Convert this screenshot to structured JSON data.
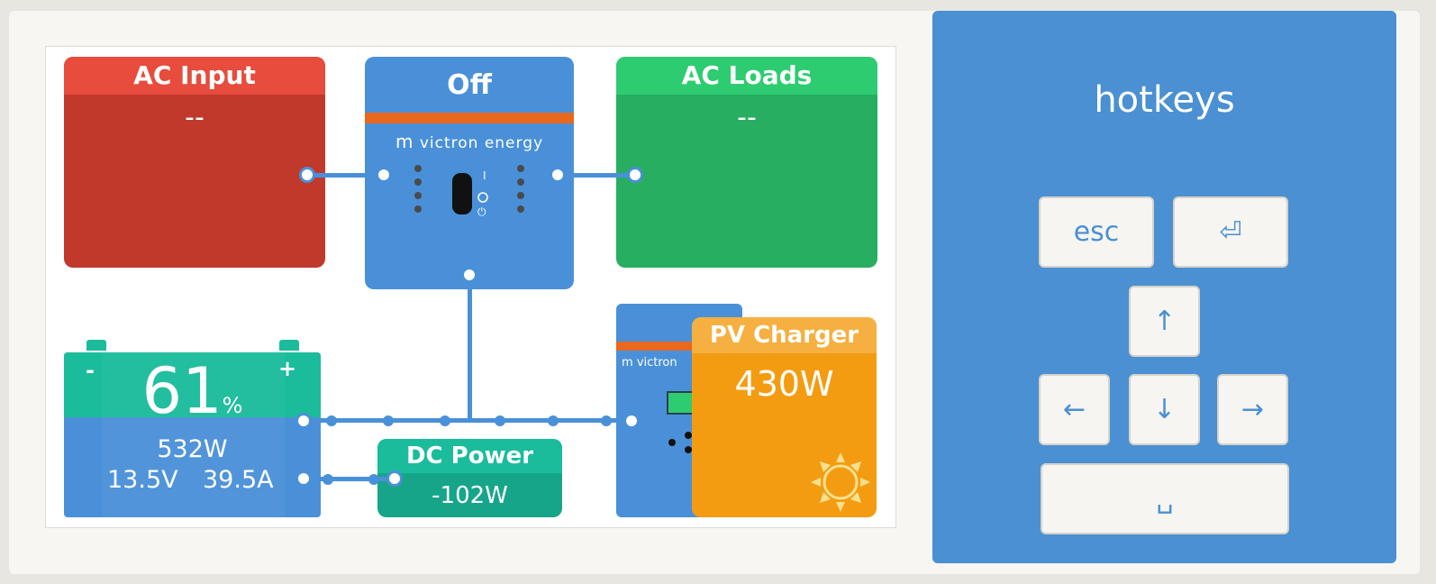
{
  "overview": {
    "ac_input": {
      "title": "AC Input",
      "value": "--"
    },
    "inverter": {
      "state": "Off",
      "brand": "victron energy",
      "switch_on": "I",
      "switch_off": "O"
    },
    "ac_loads": {
      "title": "AC Loads",
      "value": "--"
    },
    "battery": {
      "soc": "61",
      "soc_unit": "%",
      "power": "532W",
      "voltage": "13.5V",
      "current": "39.5A",
      "minus": "-",
      "plus": "+"
    },
    "dc_power": {
      "title": "DC Power",
      "value": "-102W"
    },
    "pv_charger": {
      "title": "PV Charger",
      "value": "430W",
      "brand": "victron"
    }
  },
  "hotkeys": {
    "title": "hotkeys",
    "keys": {
      "esc": "esc",
      "enter": "⏎",
      "up": "↑",
      "left": "←",
      "down": "↓",
      "right": "→",
      "space": "␣"
    }
  },
  "colors": {
    "ac_input": "#c0392b",
    "ac_loads": "#27ae60",
    "inverter": "#4a90d9",
    "battery_top": "#1abc9c",
    "pv_charger": "#f39c12",
    "panel": "#4a90d2"
  }
}
